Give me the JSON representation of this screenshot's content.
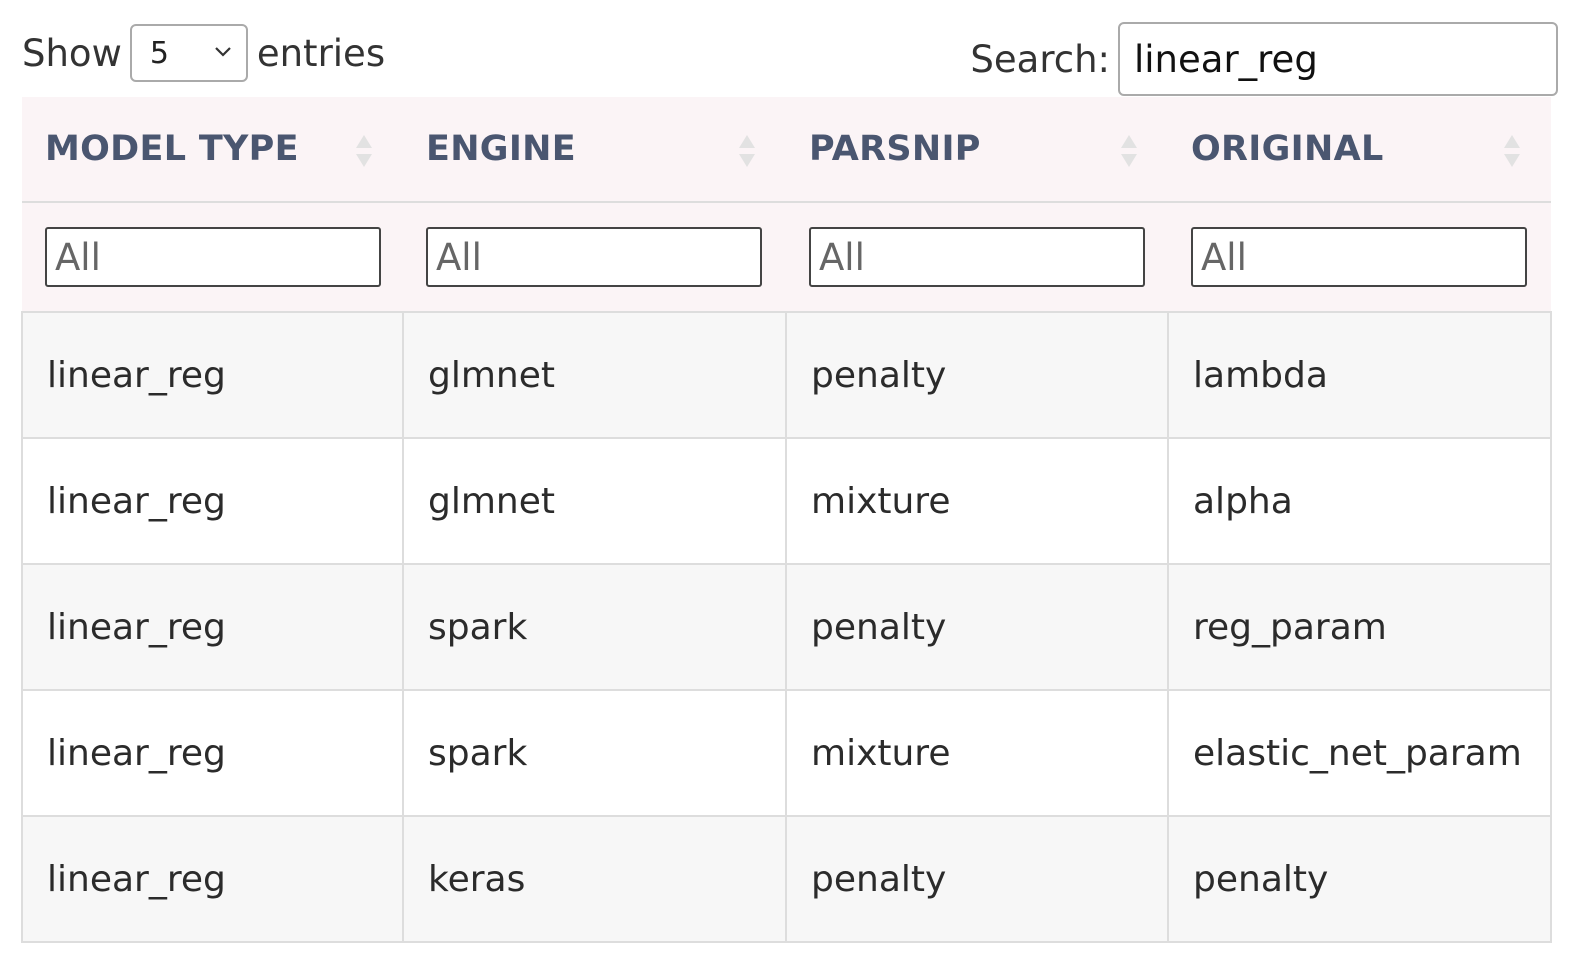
{
  "length_control": {
    "show_label": "Show",
    "selected": "5",
    "entries_label": "entries"
  },
  "search": {
    "label": "Search:",
    "value": "linear_reg"
  },
  "table": {
    "columns": [
      {
        "header": "MODEL TYPE",
        "filter_placeholder": "All"
      },
      {
        "header": "ENGINE",
        "filter_placeholder": "All"
      },
      {
        "header": "PARSNIP",
        "filter_placeholder": "All"
      },
      {
        "header": "ORIGINAL",
        "filter_placeholder": "All"
      }
    ],
    "rows": [
      [
        "linear_reg",
        "glmnet",
        "penalty",
        "lambda"
      ],
      [
        "linear_reg",
        "glmnet",
        "mixture",
        "alpha"
      ],
      [
        "linear_reg",
        "spark",
        "penalty",
        "reg_param"
      ],
      [
        "linear_reg",
        "spark",
        "mixture",
        "elastic_net_param"
      ],
      [
        "linear_reg",
        "keras",
        "penalty",
        "penalty"
      ]
    ]
  },
  "colors": {
    "header_bg": "#fbf4f6",
    "header_text": "#4a5670",
    "odd_row_bg": "#f7f7f7",
    "border": "#dddddd"
  }
}
